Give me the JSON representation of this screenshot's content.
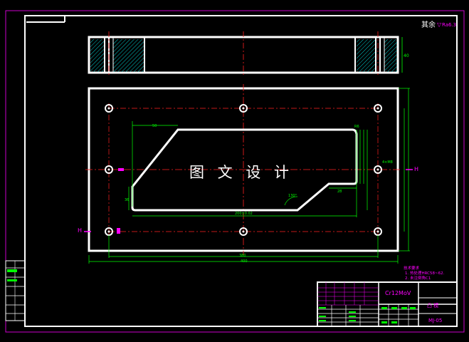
{
  "drawing": {
    "watermark": "图 文 设 计",
    "roughness_note": "其余",
    "roughness_value": "Ra6.3",
    "material": "Cr12MoV",
    "part_name": "凸 模",
    "drawing_number": "MJ-05",
    "tech_requirements": {
      "title": "技术要求",
      "items": [
        "1. 热处理HRC58~62.",
        "2. 未注倒角C1"
      ]
    },
    "section_label": "H",
    "dimensions": {
      "overall_width": "400",
      "hole_spacing": "380",
      "top_edge": "50",
      "chamfer_left": "36",
      "bottom_inner": "200±0.02",
      "radius": "R6",
      "angle": "130°",
      "short_edge": "28",
      "hole_callout": "4×M8",
      "thickness": "40"
    },
    "colors": {
      "outline": "#ffffff",
      "centerline": "#ff2020",
      "dimension": "#00ff00",
      "annotation": "#ff00ff",
      "hatch": "#00ffff"
    }
  }
}
